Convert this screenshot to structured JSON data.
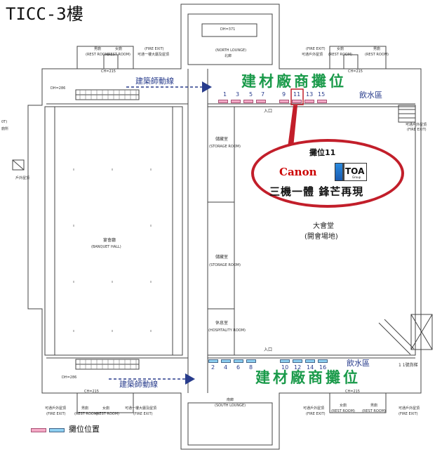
{
  "title": "TICC-3樓",
  "banner_top": "建材廠商攤位",
  "banner_bottom": "建材廠商攤位",
  "architect_route_top": "建築師動線",
  "architect_route_bottom": "建築師動線",
  "drink_area_top": "飲水區",
  "drink_area_bottom": "飲水區",
  "entrance_top": "入口",
  "entrance_bottom": "入口",
  "booths_top": [
    "1",
    "3",
    "5",
    "7",
    "9",
    "11",
    "13",
    "15"
  ],
  "booths_bottom": [
    "2",
    "4",
    "6",
    "8",
    "10",
    "12",
    "14",
    "16"
  ],
  "callout": {
    "heading": "攤位11",
    "brand_canon": "Canon",
    "brand_toa": "TOA",
    "brand_toa_sub": "Group",
    "slogan": "三機一體 鋒芒再現"
  },
  "auditorium": "大會堂",
  "auditorium_sub": "(開會場地)",
  "banquet_hall_cn": "宴會廳",
  "banquet_hall_en": "(BANQUET HALL)",
  "storage1_cn": "儲藏室",
  "storage1_en": "(STORAGE ROOM)",
  "storage2_cn": "儲藏室",
  "storage2_en": "(STORAGE ROOM)",
  "hospitality_cn": "休息室",
  "hospitality_en": "(HOSPITALITY ROOM)",
  "north_lounge_en": "(NORTH LOUNGE)",
  "north_lounge_cn": "北廊",
  "south_lounge_cn": "南廊",
  "south_lounge_en": "(SOUTH LOUNGE)",
  "top_left_men_cn": "男廁",
  "top_left_men_en": "(REST ROOM)",
  "top_left_women_cn": "女廁",
  "top_left_women_en": "(REST ROOM)",
  "top_left_exit_en": "(FIRE EXIT)",
  "top_left_exit_cn": "可通一樓大廳及屋頂",
  "top_right_exit_en": "(FIRE EXIT)",
  "top_right_exit_cn": "可通戶外屋頂",
  "top_right_women_cn": "女廁",
  "top_right_women_en": "(REST ROOM)",
  "top_right_men_cn": "男廁",
  "top_right_men_en": "(REST ROOM)",
  "right_exit_cn": "可通戶外屋頂",
  "right_exit_en": "(FIRE EXIT)",
  "left_restroom_frag": "0T)",
  "left_restroom_cn": "廁所",
  "left_roof": "戶外屋頂",
  "bottom_left_exit_cn": "可通戶外屋頂",
  "bottom_left_exit_en": "(FIRE EXIT)",
  "bottom_left_men_cn": "男廁",
  "bottom_left_men_en": "(REST ROOM)",
  "bottom_left_women_cn": "女廁",
  "bottom_left_women_en": "(REST ROOM)",
  "bottom_left_exit2_cn": "可通一樓大廳及屋頂",
  "bottom_left_exit2_en": "(FIRE EXIT)",
  "bottom_right_exit_cn": "可通戶外屋頂",
  "bottom_right_exit_en": "(FIRE EXIT)",
  "bottom_right_women_cn": "女廁",
  "bottom_right_women_en": "(REST ROOM)",
  "bottom_right_men_cn": "男廁",
  "bottom_right_men_en": "(REST ROOM)",
  "bottom_right_far_exit_cn": "可通戶外屋頂",
  "bottom_right_far_exit_en": "(FIRE EXIT)",
  "elevator_label": "1 1號貨梯",
  "code_dh286_top": "DH=286",
  "code_ch215_top": "CH=215",
  "code_ch215_top2": "CH=215",
  "code_dh371": "DH=371",
  "code_dh286_bottom": "DH=286",
  "code_ch215_b1": "CH=215",
  "code_ch215_b2": "CH=215",
  "legend_label": "攤位位置",
  "colors": {
    "booth_top": "#f4a9c6",
    "booth_bottom": "#8ecff1",
    "banner": "#1a9a4a",
    "route": "#283c8c",
    "callout": "#c21e2a"
  }
}
